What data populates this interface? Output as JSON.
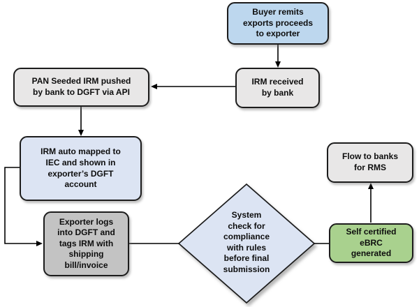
{
  "flowchart": {
    "background_color": "#FFFFFF",
    "line_color": "#000000",
    "text_color": "#0D0D0D",
    "nodes": {
      "buyer_remits": {
        "label": "Buyer remits\nexports proceeds\nto exporter",
        "fill": "#BDD7EE",
        "shape": "rounded-rect"
      },
      "irm_received": {
        "label": "IRM received\nby bank",
        "fill": "#E8E7E7",
        "shape": "rounded-rect"
      },
      "pan_seeded": {
        "label": "PAN Seeded IRM pushed\nby bank to DGFT via API",
        "fill": "#E8E7E7",
        "shape": "rounded-rect"
      },
      "irm_auto_mapped": {
        "label": "IRM auto mapped to\nIEC and shown in\nexporter’s DGFT\naccount",
        "fill": "#DCE4F3",
        "shape": "rounded-rect"
      },
      "exporter_tags": {
        "label": "Exporter logs\ninto DGFT and\ntags IRM with\nshipping\nbill/invoice",
        "fill": "#C3C3C3",
        "shape": "rounded-rect"
      },
      "system_check": {
        "label": "System\ncheck for\ncompliance\nwith rules\nbefore final\nsubmission",
        "fill": "#DCE4F3",
        "shape": "diamond"
      },
      "ebrc_generated": {
        "label": "Self certified\neBRC\ngenerated",
        "fill": "#A9D18E",
        "shape": "rounded-rect"
      },
      "flow_to_banks": {
        "label": "Flow to banks\nfor RMS",
        "fill": "#E8E7E7",
        "shape": "rounded-rect"
      }
    },
    "edges": [
      {
        "from": "buyer_remits",
        "to": "irm_received",
        "arrow": true
      },
      {
        "from": "irm_received",
        "to": "pan_seeded",
        "arrow": true
      },
      {
        "from": "pan_seeded",
        "to": "irm_auto_mapped",
        "arrow": true
      },
      {
        "from": "irm_auto_mapped",
        "to": "exporter_tags",
        "arrow": true
      },
      {
        "from": "exporter_tags",
        "to": "system_check",
        "arrow": false
      },
      {
        "from": "system_check",
        "to": "ebrc_generated",
        "arrow": false
      },
      {
        "from": "ebrc_generated",
        "to": "flow_to_banks",
        "arrow": true
      }
    ]
  }
}
